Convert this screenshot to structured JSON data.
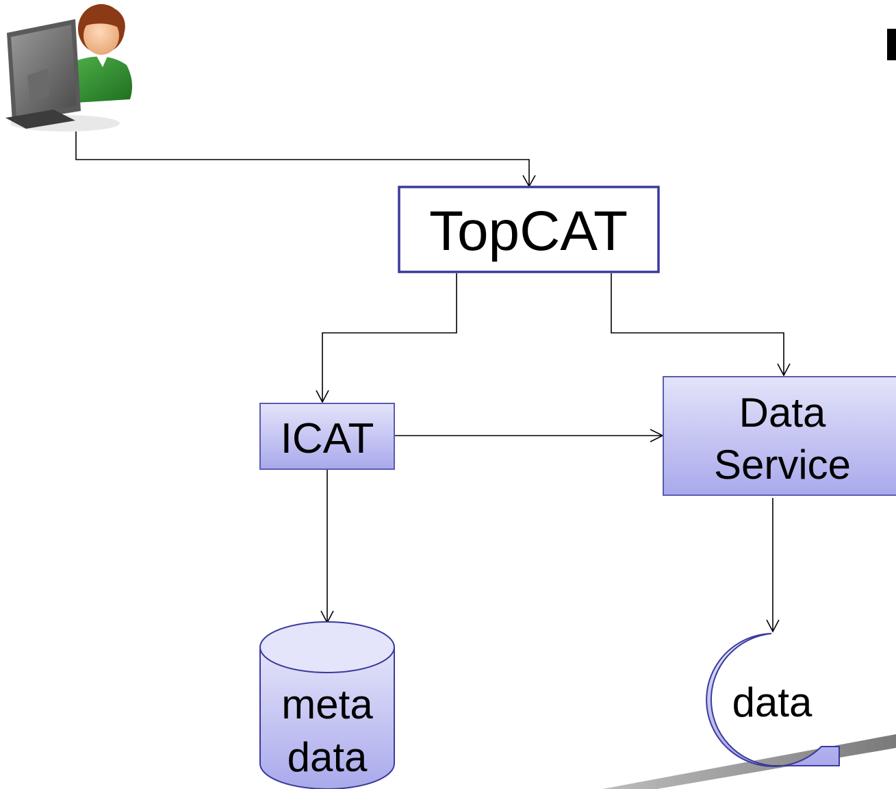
{
  "diagram": {
    "nodes": {
      "topcat": {
        "label": "TopCAT"
      },
      "icat": {
        "label": "ICAT"
      },
      "data_service": {
        "line1": "Data",
        "line2": "Service"
      },
      "metadata_store": {
        "line1": "meta",
        "line2": "data"
      },
      "data_store": {
        "label": "data"
      }
    },
    "icons": {
      "user": "user-at-computer-icon"
    },
    "colors": {
      "box_border": "#3a3a9c",
      "box_fill_top": "#e4e4fa",
      "box_fill_bottom": "#a9a9ec",
      "connector": "#000000",
      "slide_swoosh": "#8c8c8c"
    },
    "edges": [
      {
        "from": "user",
        "to": "topcat"
      },
      {
        "from": "topcat",
        "to": "icat"
      },
      {
        "from": "topcat",
        "to": "data_service"
      },
      {
        "from": "icat",
        "to": "data_service"
      },
      {
        "from": "icat",
        "to": "metadata_store"
      },
      {
        "from": "data_service",
        "to": "data_store"
      }
    ]
  }
}
